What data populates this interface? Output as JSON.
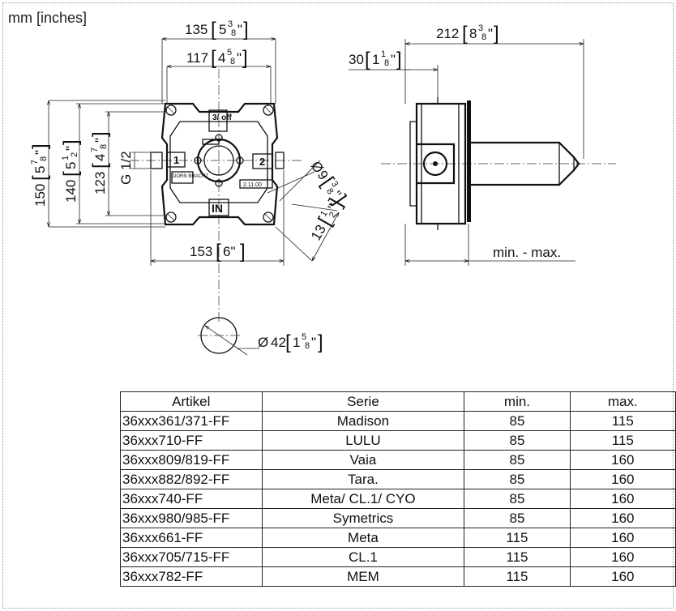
{
  "units_label": "mm [inches]",
  "front_view": {
    "dim_width_outer": {
      "value": "135",
      "whole": "5",
      "num": "3",
      "den": "8",
      "unit": "\""
    },
    "dim_width_inner": {
      "value": "117",
      "whole": "4",
      "num": "5",
      "den": "8",
      "unit": "\""
    },
    "dim_height_150": {
      "value": "150",
      "whole": "5",
      "num": "7",
      "den": "8",
      "unit": "\""
    },
    "dim_height_140": {
      "value": "140",
      "whole": "5",
      "num": "1",
      "den": "2",
      "unit": "\""
    },
    "dim_height_123": {
      "value": "123",
      "whole": "4",
      "num": "7",
      "den": "8",
      "unit": "\""
    },
    "thread": "G 1/2",
    "dim_diag_9": {
      "prefix": "Ø",
      "value": "9",
      "num": "3",
      "den": "8",
      "unit": "\""
    },
    "dim_diag_13": {
      "value": "13",
      "num": "1",
      "den": "2",
      "unit": "\""
    },
    "dim_bottom": {
      "value": "153",
      "whole": "6\""
    },
    "body_labels": {
      "top": "3/ off",
      "left": "1",
      "right": "2",
      "bottom": "IN",
      "brand": "DORN BRACHT",
      "code": "2.11.00"
    }
  },
  "side_view": {
    "dim_depth": {
      "value": "212",
      "whole": "8",
      "num": "3",
      "den": "8",
      "unit": "\""
    },
    "dim_small": {
      "value": "30",
      "whole": "1",
      "num": "1",
      "den": "8",
      "unit": "\""
    },
    "range_label": "min. - max."
  },
  "detail": {
    "prefix": "Ø",
    "value": "42",
    "whole": "1",
    "num": "5",
    "den": "8",
    "unit": "\""
  },
  "table": {
    "headers": [
      "Artikel",
      "Serie",
      "min.",
      "max."
    ],
    "rows": [
      [
        "36xxx361/371-FF",
        "Madison",
        "85",
        "115"
      ],
      [
        "36xxx710-FF",
        "LULU",
        "85",
        "115"
      ],
      [
        "36xxx809/819-FF",
        "Vaia",
        "85",
        "160"
      ],
      [
        "36xxx882/892-FF",
        "Tara.",
        "85",
        "160"
      ],
      [
        "36xxx740-FF",
        "Meta/ CL.1/ CYO",
        "85",
        "160"
      ],
      [
        "36xxx980/985-FF",
        "Symetrics",
        "85",
        "160"
      ],
      [
        "36xxx661-FF",
        "Meta",
        "115",
        "160"
      ],
      [
        "36xxx705/715-FF",
        "CL.1",
        "115",
        "160"
      ],
      [
        "36xxx782-FF",
        "MEM",
        "115",
        "160"
      ]
    ]
  }
}
